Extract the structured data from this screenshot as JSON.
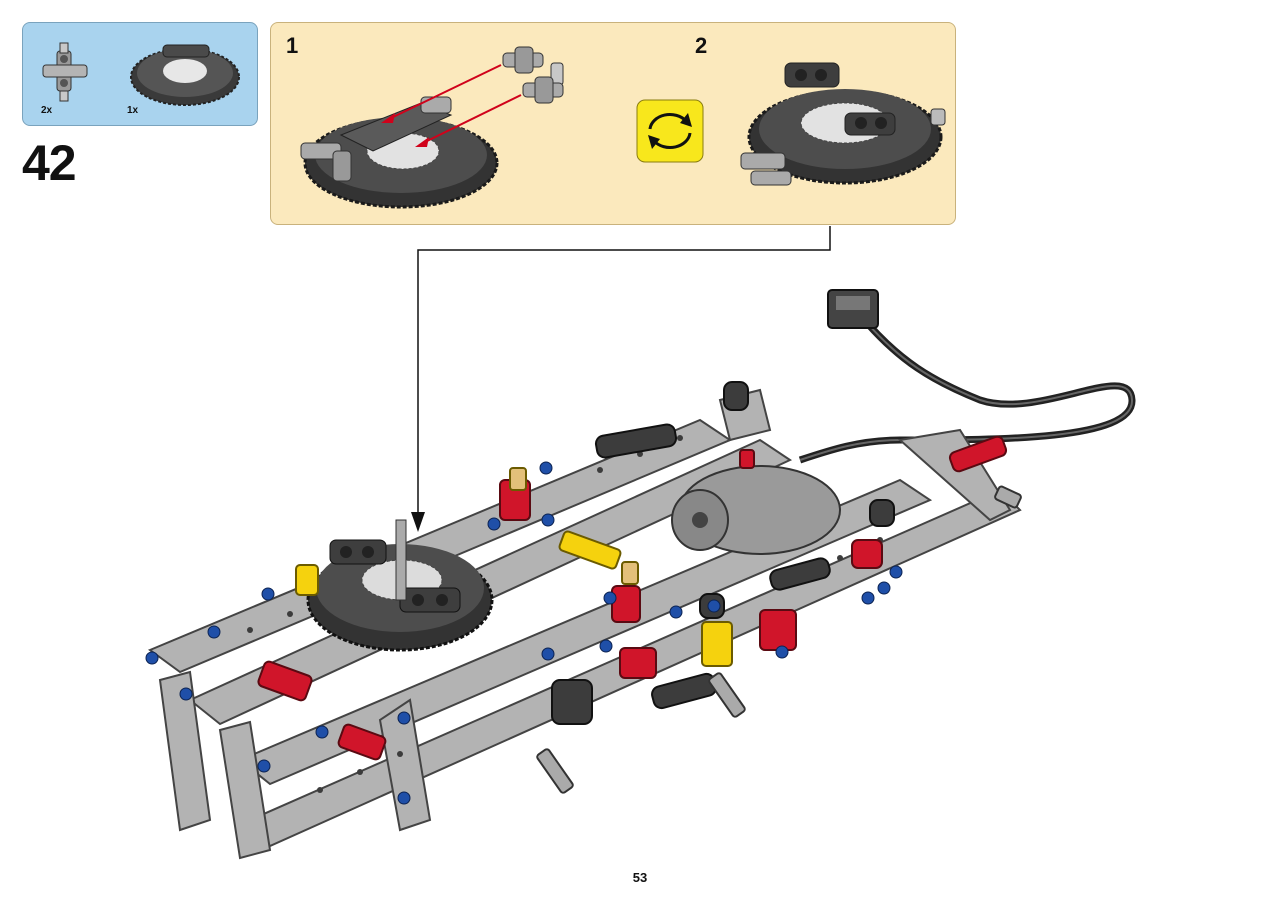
{
  "step": {
    "number": "42"
  },
  "parts_list": {
    "items": [
      {
        "part": "axle-connector-pin",
        "quantity": "2x"
      },
      {
        "part": "turntable-gear",
        "quantity": "1x"
      }
    ]
  },
  "substeps": [
    {
      "label": "1"
    },
    {
      "label": "2"
    }
  ],
  "icons": {
    "rotate": "rotate-model-icon"
  },
  "colors": {
    "parts_box_bg": "#a9d3ee",
    "substep_box_bg": "#fbe9bd",
    "rotate_icon_bg": "#f8e71c",
    "arrow_red": "#d0021b",
    "brick_gray": "#a8a8a8",
    "brick_dark": "#3c3c3c",
    "brick_red": "#d0152a",
    "brick_yellow": "#f5d20e",
    "pin_blue": "#1f4fa8"
  },
  "footer": {
    "page_number": "53"
  }
}
